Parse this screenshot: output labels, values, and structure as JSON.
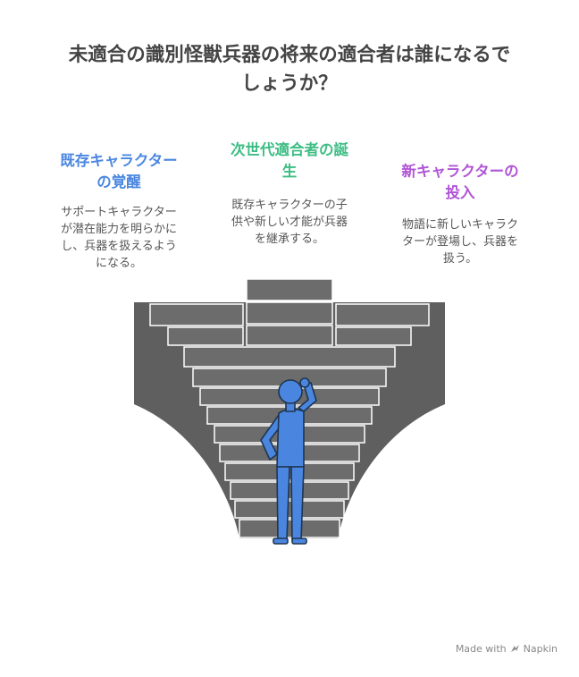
{
  "title_lines": [
    "未適合の識別怪獣兵器の将来の適合者は誰になるで",
    "しょうか？"
  ],
  "columns": [
    {
      "title_lines": [
        "既存キャラクター",
        "の覚醒"
      ],
      "desc_lines": [
        "サポートキャラクター",
        "が潜在能力を明らかに",
        "し、兵器を扱えるよう",
        "になる。"
      ],
      "color": "#4a86e0"
    },
    {
      "title_lines": [
        "次世代適合者の誕",
        "生"
      ],
      "desc_lines": [
        "既存キャラクターの子",
        "供や新しい才能が兵器",
        "を継承する。"
      ],
      "color": "#3dbd84"
    },
    {
      "title_lines": [
        "新キャラクターの",
        "投入"
      ],
      "desc_lines": [
        "物語に新しいキャラク",
        "ターが登場し、兵器を",
        "扱う。"
      ],
      "color": "#b054d6"
    }
  ],
  "colors": {
    "title": "#444444",
    "wall": "#5f5f5f",
    "step_face": "#6c6c6c",
    "step_edge": "#ffffff",
    "figure": "#4a86e0",
    "figure_outline": "#1f3550"
  },
  "footer": {
    "made_with": "Made with",
    "brand": "Napkin"
  }
}
